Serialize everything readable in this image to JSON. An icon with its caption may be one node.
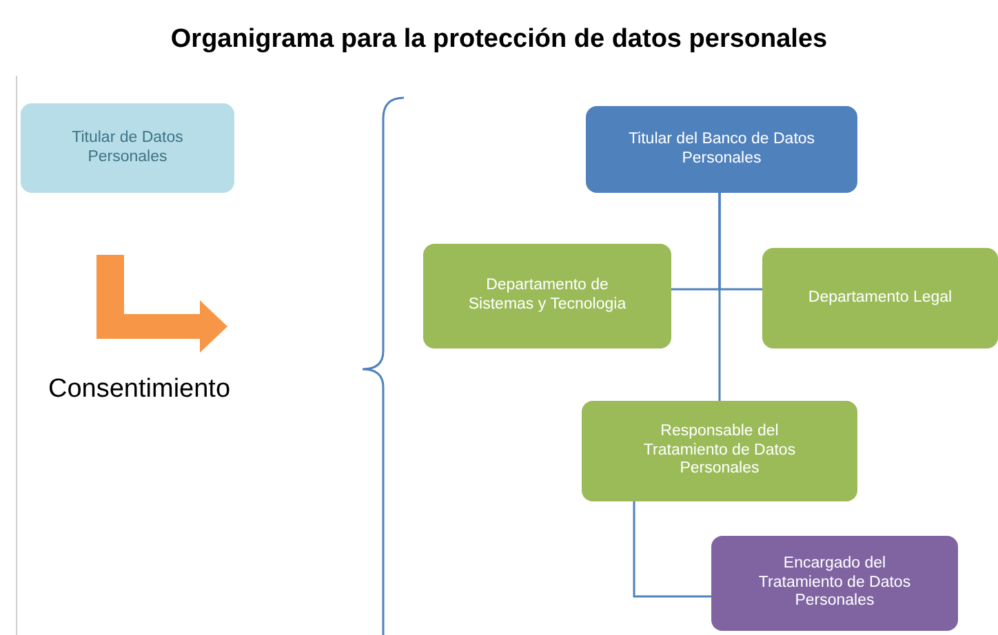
{
  "diagram": {
    "title": "Organigrama para la protección de datos personales",
    "nodes": [
      {
        "text": [
          "Titular de Datos Personales"
        ]
      },
      {
        "text": [
          "Titular del Banco de Datos Personales"
        ]
      },
      {
        "text": [
          "Departamento de Sistemas y Tecnologia"
        ]
      },
      {
        "text": [
          "Departamento Legal"
        ]
      },
      {
        "text": [
          "Responsable del Tratamiento de Datos Personales"
        ]
      },
      {
        "text": [
          "Encargado del Tratamiento de Datos Personales"
        ]
      }
    ],
    "edges": [
      {
        "from": 1,
        "to": 2,
        "arrow": "none"
      },
      {
        "from": 1,
        "to": 3,
        "arrow": "none"
      },
      {
        "from": 1,
        "to": 4,
        "arrow": "none"
      },
      {
        "from": 4,
        "to": 5,
        "arrow": "none"
      }
    ],
    "labels": [
      "Consentimiento"
    ]
  }
}
